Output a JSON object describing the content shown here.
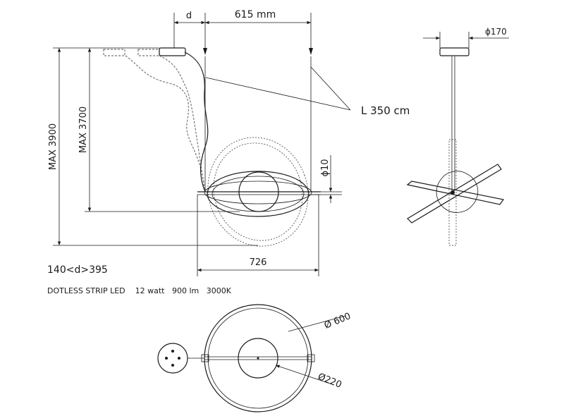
{
  "dimensions": {
    "d_label": "d",
    "width_615": "615 mm",
    "diameter_170": "ϕ170",
    "cable_length": "L 350 cm",
    "max_3900": "MAX 3900",
    "max_3700": "MAX 3700",
    "diameter_10": "ϕ10",
    "width_726": "726",
    "diameter_600": "Ø 600",
    "diameter_220": "Ø220"
  },
  "notes": {
    "d_range": "140<d>395",
    "specs": "DOTLESS STRIP LED    12 watt   900 lm   3000K"
  },
  "colors": {
    "line": "#1a1a1a",
    "ghost": "#777777",
    "background": "#ffffff"
  }
}
